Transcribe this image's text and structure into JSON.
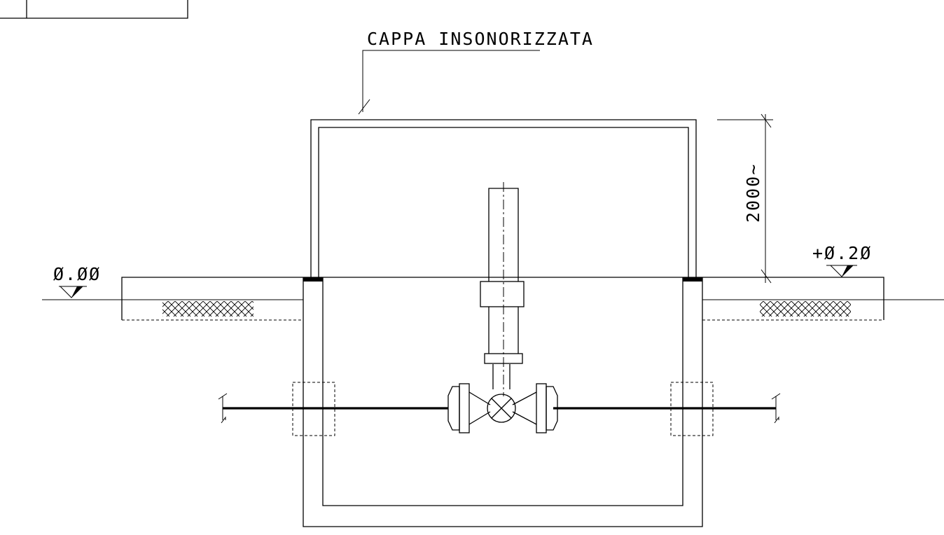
{
  "labels": {
    "hood_label": "CAPPA INSONORIZZATA",
    "dimension_height": "2000~",
    "level_left": "Ø.ØØ",
    "level_right": "+Ø.2Ø"
  },
  "colors": {
    "line": "#000000",
    "background": "#ffffff"
  }
}
